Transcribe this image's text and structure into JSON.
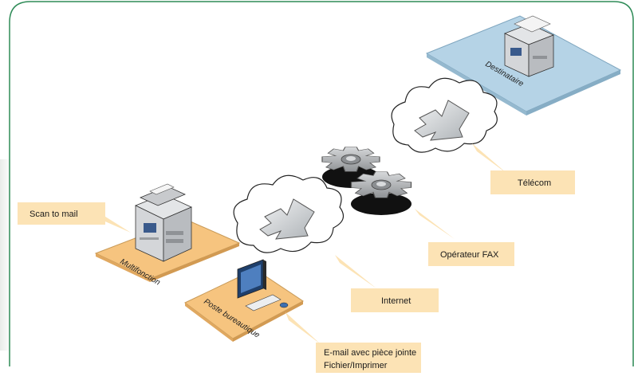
{
  "labels": {
    "scan_to_mail": "Scan to mail",
    "multifonction": "Multifonction",
    "poste_bureautique": "Poste bureautique",
    "email_line1": "E-mail avec pièce jointe",
    "email_line2": "Fichier/Imprimer",
    "internet": "Internet",
    "operateur_fax": "Opérateur FAX",
    "telecom": "Télécom",
    "destinataire": "Destinataire"
  },
  "colors": {
    "frame": "#2e8b57",
    "label_bg": "#fce3b5",
    "platform_orange": "#f6c47f",
    "platform_blue": "#b5d3e6",
    "arrow_fill": "#cfd3d6",
    "gear_grey": "#a9abad",
    "gear_dark": "#111111"
  },
  "icons": [
    "multifunction-printer-icon",
    "desktop-computer-icon",
    "cloud-icon",
    "arrow-icon",
    "gear-icon",
    "fax-machine-icon"
  ]
}
